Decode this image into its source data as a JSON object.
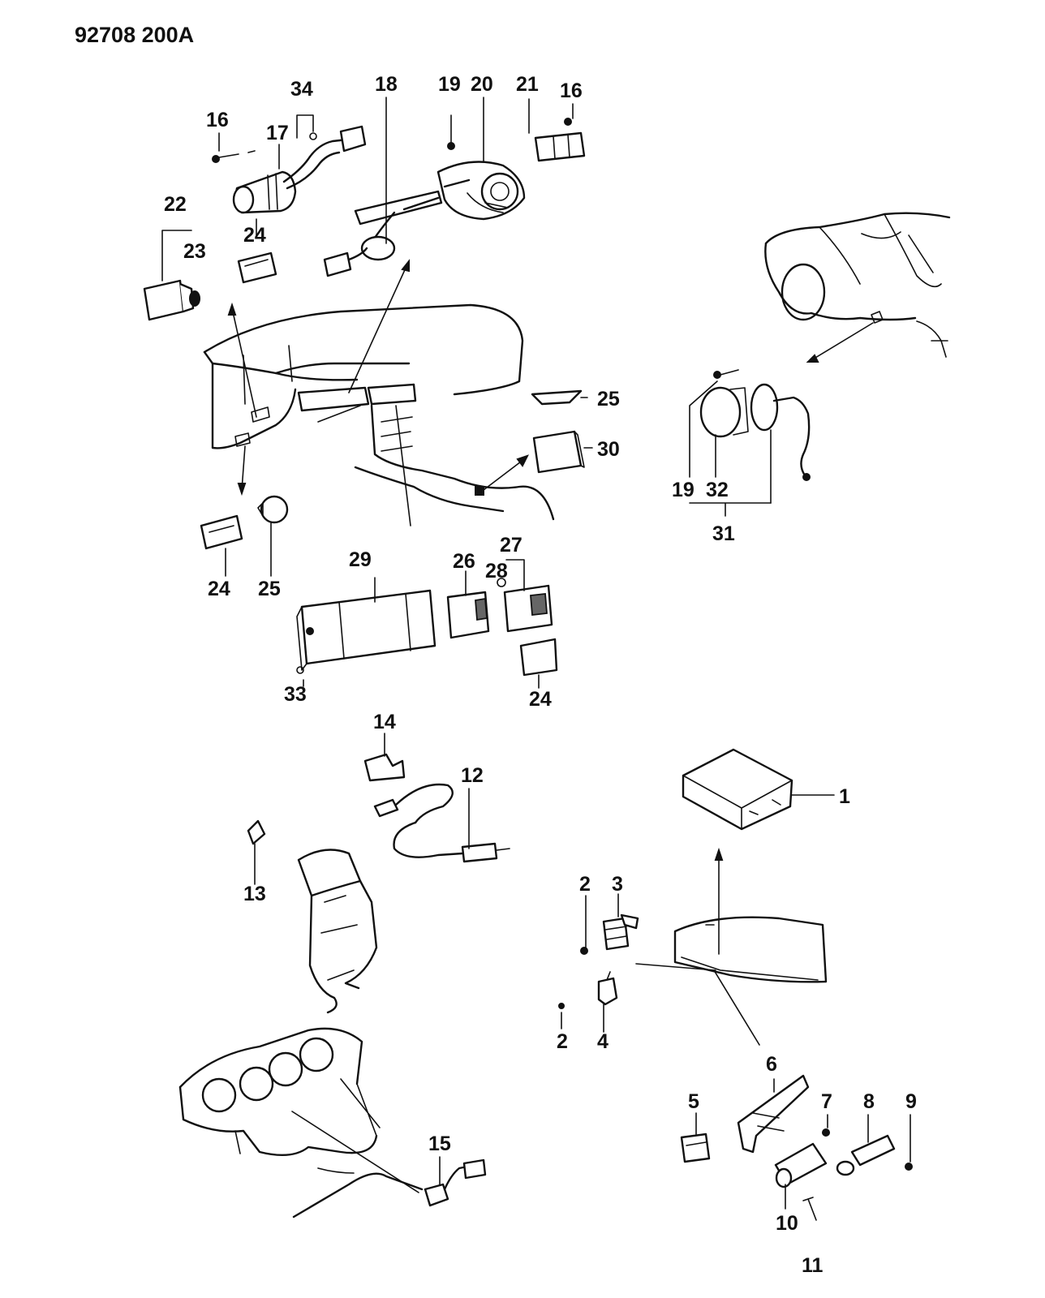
{
  "drawing": {
    "code": "92708 200A"
  },
  "callouts": {
    "c1": "1",
    "c2a": "2",
    "c2b": "2",
    "c3": "3",
    "c4": "4",
    "c5": "5",
    "c6": "6",
    "c7": "7",
    "c8": "8",
    "c9": "9",
    "c10": "10",
    "c11": "11",
    "c12": "12",
    "c13": "13",
    "c14": "14",
    "c15": "15",
    "c16a": "16",
    "c16b": "16",
    "c17": "17",
    "c18": "18",
    "c19a": "19",
    "c19b": "19",
    "c20": "20",
    "c21": "21",
    "c22": "22",
    "c23": "23",
    "c24a": "24",
    "c24b": "24",
    "c24c": "24",
    "c24d": "24",
    "c25a": "25",
    "c25b": "25",
    "c26": "26",
    "c27": "27",
    "c28": "28",
    "c29": "29",
    "c30": "30",
    "c31": "31",
    "c32": "32",
    "c33": "33",
    "c34": "34"
  }
}
